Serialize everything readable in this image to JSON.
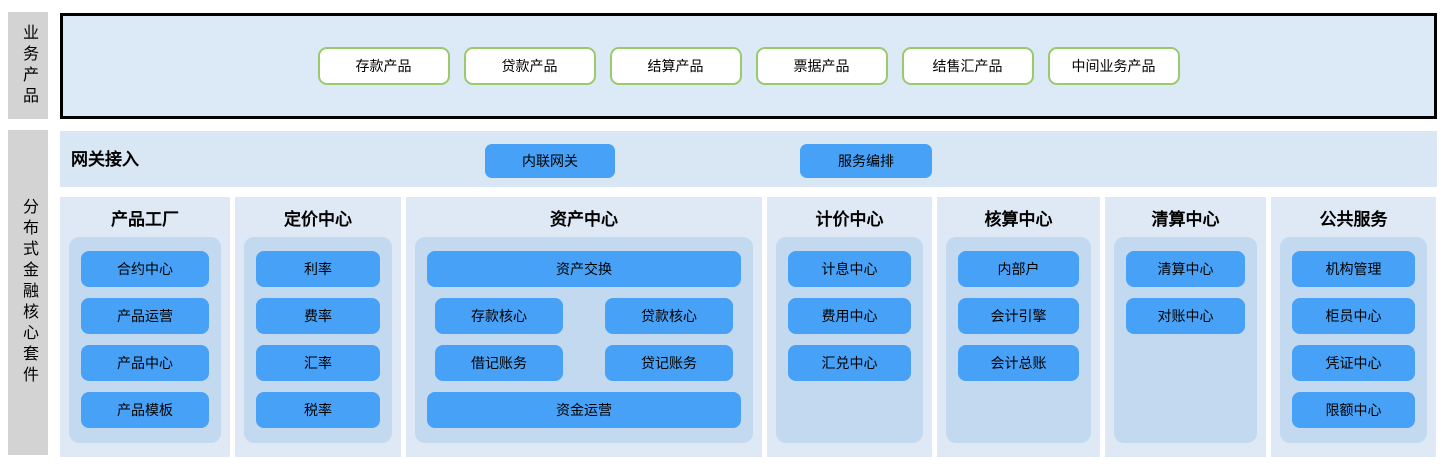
{
  "left_labels": {
    "business_products": "业务产品",
    "core_suite": "分布式金融核心套件"
  },
  "business_products": [
    "存款产品",
    "贷款产品",
    "结算产品",
    "票据产品",
    "结售汇产品",
    "中间业务产品"
  ],
  "gateway": {
    "title": "网关接入",
    "buttons": [
      "内联网关",
      "服务编排"
    ]
  },
  "columns": [
    {
      "title": "产品工厂",
      "items": [
        "合约中心",
        "产品运营",
        "产品中心",
        "产品模板"
      ]
    },
    {
      "title": "定价中心",
      "items": [
        "利率",
        "费率",
        "汇率",
        "税率"
      ]
    },
    {
      "title": "资产中心",
      "rows": [
        [
          "资产交换"
        ],
        [
          "存款核心",
          "贷款核心"
        ],
        [
          "借记账务",
          "贷记账务"
        ],
        [
          "资金运营"
        ]
      ]
    },
    {
      "title": "计价中心",
      "items": [
        "计息中心",
        "费用中心",
        "汇兑中心"
      ]
    },
    {
      "title": "核算中心",
      "items": [
        "内部户",
        "会计引擎",
        "会计总账"
      ]
    },
    {
      "title": "清算中心",
      "items": [
        "清算中心",
        "对账中心"
      ]
    },
    {
      "title": "公共服务",
      "items": [
        "机构管理",
        "柜员中心",
        "凭证中心",
        "限额中心"
      ]
    }
  ],
  "colors": {
    "node_blue": "#47a1f6",
    "green_border": "#9bc96b",
    "column_bg": "#dfe9f5",
    "inner_panel_bg": "#c3d9f0",
    "band_bg": "#d9e6f4",
    "top_box_bg": "#dce9f6",
    "sidebar_gray": "#d3d3d3"
  }
}
